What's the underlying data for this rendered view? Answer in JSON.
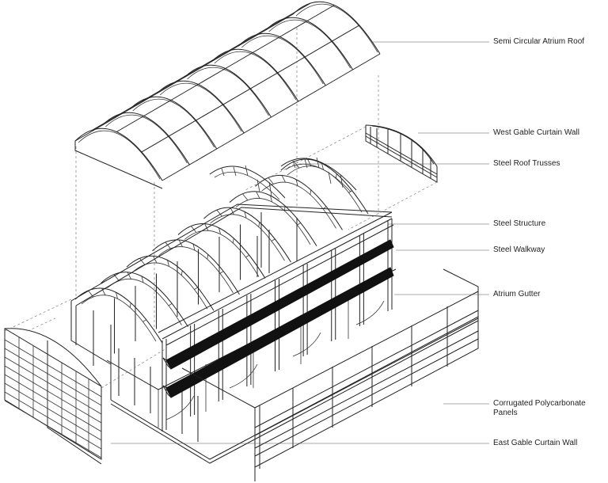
{
  "labels": {
    "roof": "Semi Circular Atrium Roof",
    "west_gable": "West Gable Curtain Wall",
    "trusses": "Steel Roof Trusses",
    "structure": "Steel Structure",
    "walkway": "Steel Walkway",
    "gutter": "Atrium Gutter",
    "polycarbonate_line1": "Corrugated Polycarbonate",
    "polycarbonate_line2": "Panels",
    "east_gable": "East Gable Curtain Wall"
  },
  "colors": {
    "line": "#222222",
    "walkway_fill": "#111111",
    "background": "#ffffff"
  }
}
